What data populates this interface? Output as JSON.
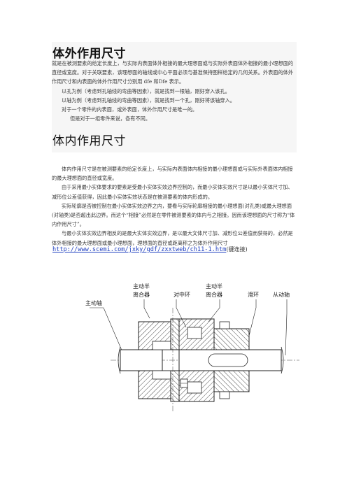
{
  "section1": {
    "title": "体外作用尺寸",
    "paragraph1": "就是在被测要素的给定长度上，与实际内表面体外相接的最大理想面或与实际外表面体外相接的最小理想面的直径或宽度。对于关联要素，该理想面的轴线或中心平面必须与基准保持图样给定的几何关系。外表面的体外作用尺寸和内表面的体外作用尺寸分别用 dfe 和Dfe 表示。",
    "item1": "以孔为例（考虑到孔轴线的弯曲等因素），就是找到一根轴，刚好穿入该孔。",
    "item2": "以轴为例（考虑到孔轴线的弯曲等因素），就是找到一个孔，刚好将该轴穿入。",
    "item3": "对于一个零件的内表面，或外表面，体外作用尺寸是唯一的。",
    "item4": "但是对于一组零件来说，各有不同。"
  },
  "section2": {
    "title": "体内作用尺寸",
    "paragraph1": "体内作用尺寸是在被测要素的给定长度上，与实际内表面体内相接的最小理想面或与实际外表面体内相接的最大理想面的直径或宽度。",
    "paragraph2": "由于采用最小实体要求的要素是受最小实体实效边界控制的，而最小实体实效尺寸是以最小实体尺寸加、减形位公差值获得，因此最小实体实效状态是在被测要素的体内形成的。",
    "paragraph3": "实际轮廓是否被控制在最小实体实效边界之内，要看与实际轮廓相接的最小理想面(对孔类)或最大理想面(对轴类)是否超出此边界。而这个“相接”必然是在零件被测要素的体内与之相接。因而该理想面的尺寸称为“体内作用尺寸”。",
    "paragraph4": "与最小实体实效边界相反的是最大实体实效边界，是以最大文体尺寸加、减形位公差值而获得的，必然是体外相接的最大理想面或最小理想面，理想面的直径或距离称之为体外作用尺寸"
  },
  "link": {
    "url": "http://www.scemi.com/jxky/gdf/zxxtweb/ch11-1.htm",
    "suffix": "(键连接)"
  },
  "diagram": {
    "labels": {
      "driving_shaft": "主动轴",
      "driving_half_clutch_1": "主动半",
      "driving_half_clutch_2": "离合器",
      "centering_ring": "对中环",
      "driven_half_clutch_1": "主动半",
      "driven_half_clutch_2": "离合器",
      "slip_ring": "滑环",
      "driven_shaft": "从动轴"
    }
  }
}
